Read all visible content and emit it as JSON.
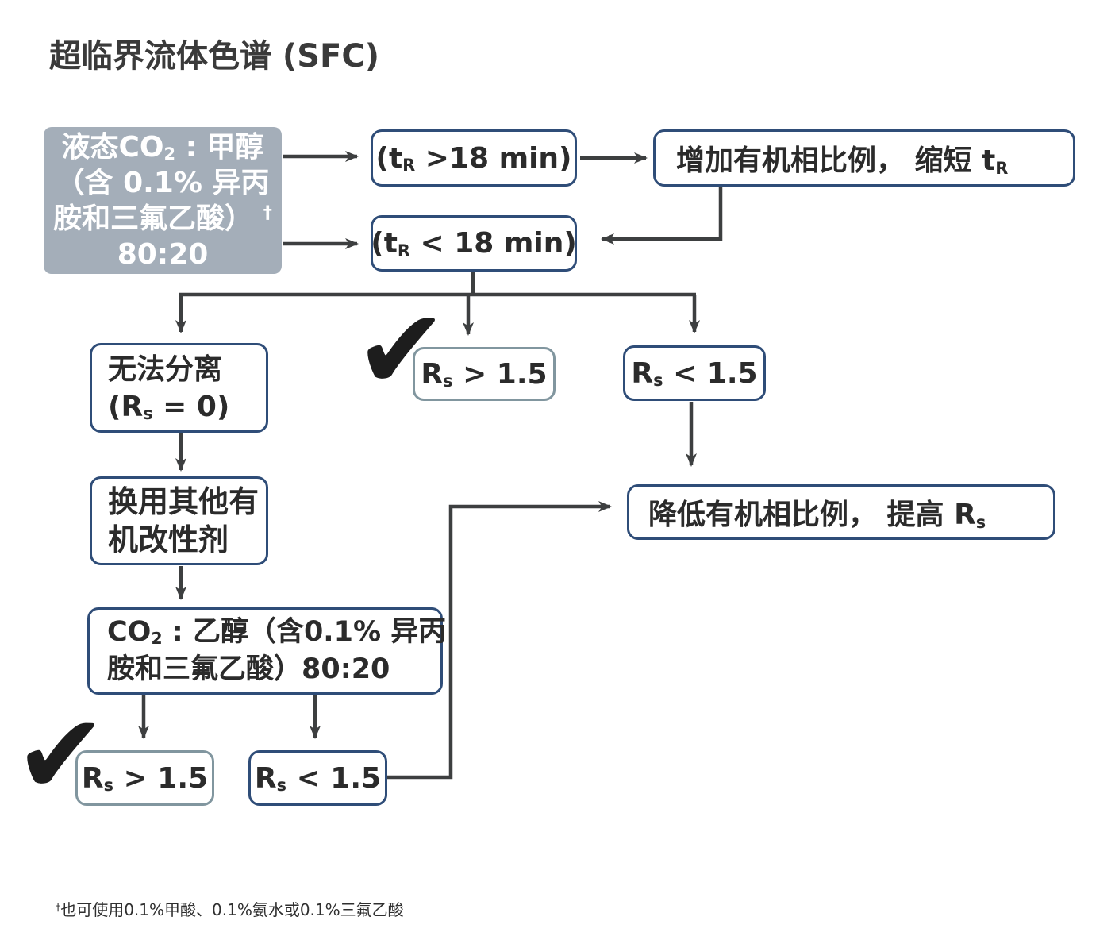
{
  "title": "超临界流体色谱 (SFC)",
  "flowchart": {
    "start_box": {
      "lines": [
        [
          {
            "t": "液态CO"
          },
          {
            "t": "2",
            "s": "sub"
          },
          {
            "t": " : 甲醇"
          }
        ],
        [
          {
            "t": "（含 0.1% 异丙"
          }
        ],
        [
          {
            "t": "胺和三氟乙酸） "
          },
          {
            "t": "†",
            "s": "sup"
          }
        ],
        [
          {
            "t": "80:20"
          }
        ]
      ]
    },
    "retention_gt18": {
      "segments": [
        {
          "t": "(t"
        },
        {
          "t": "R",
          "s": "sub"
        },
        {
          "t": " >18 min)"
        }
      ]
    },
    "increase_organic": {
      "segments": [
        {
          "t": "增加有机相比例， 缩短 t"
        },
        {
          "t": "R",
          "s": "sub"
        }
      ]
    },
    "retention_lt18": {
      "segments": [
        {
          "t": "(t"
        },
        {
          "t": "R",
          "s": "sub"
        },
        {
          "t": " < 18 min)"
        }
      ]
    },
    "no_separation": {
      "lines": [
        [
          {
            "t": "无法分离"
          }
        ],
        [
          {
            "t": "(R"
          },
          {
            "t": "s",
            "s": "sub"
          },
          {
            "t": " = 0)"
          }
        ]
      ]
    },
    "rs_gt15": {
      "segments": [
        {
          "t": "R"
        },
        {
          "t": "s",
          "s": "sub"
        },
        {
          "t": " > 1.5"
        }
      ]
    },
    "rs_lt15": {
      "segments": [
        {
          "t": "R"
        },
        {
          "t": "s",
          "s": "sub"
        },
        {
          "t": " < 1.5"
        }
      ]
    },
    "change_modifier": {
      "lines": [
        [
          {
            "t": "换用其他有"
          }
        ],
        [
          {
            "t": "机改性剂"
          }
        ]
      ]
    },
    "co2_ethanol": {
      "lines": [
        [
          {
            "t": "CO"
          },
          {
            "t": "2",
            "s": "sub"
          },
          {
            "t": " : 乙醇（含0.1% 异丙"
          }
        ],
        [
          {
            "t": "胺和三氟乙酸）80:20"
          }
        ]
      ]
    },
    "decrease_organic": {
      "segments": [
        {
          "t": "降低有机相比例， 提高 R"
        },
        {
          "t": "s",
          "s": "sub"
        }
      ]
    },
    "checkmark_glyph": "✔"
  },
  "footnote": {
    "segments": [
      {
        "t": "†",
        "s": "sup"
      },
      {
        "t": "也可使用0.1%甲酸、0.1%氨水或0.1%三氟乙酸"
      }
    ]
  },
  "colors": {
    "box_border_dark": "#2f4d78",
    "box_border_light": "#81969f",
    "start_box_fill": "#a4aeb9",
    "arrow": "#3d3f40",
    "text": "#2b2b2b"
  }
}
